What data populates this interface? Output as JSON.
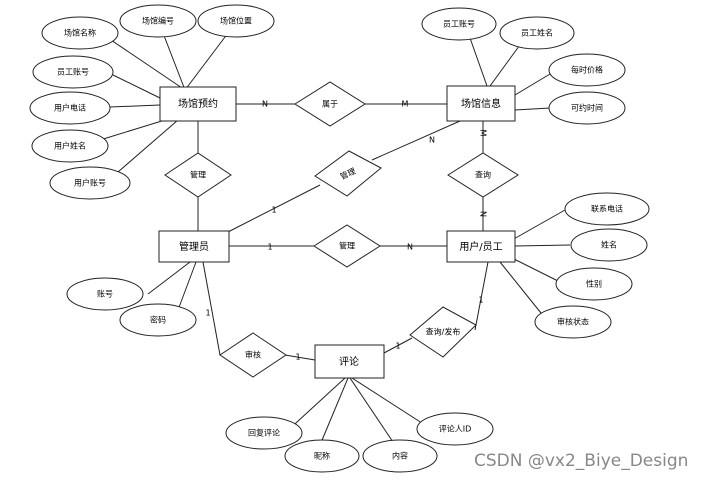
{
  "entities": {
    "venue_booking": "场馆预约",
    "venue_info": "场馆信息",
    "admin": "管理员",
    "user_staff": "用户/员工",
    "comment": "评论"
  },
  "relationships": {
    "belongs": "属于",
    "manage_left": "管理",
    "manage_mid": "管理",
    "manage_diag": "管理",
    "query": "查询",
    "review": "审核",
    "query_publish": "查询/发布"
  },
  "attributes": {
    "booking": [
      "场馆名称",
      "场馆编号",
      "场馆位置",
      "员工账号",
      "用户电话",
      "用户姓名",
      "用户账号"
    ],
    "venue": [
      "员工账号",
      "员工姓名",
      "每时价格",
      "可约时间"
    ],
    "admin": [
      "账号",
      "密码"
    ],
    "user": [
      "联系电话",
      "姓名",
      "性别",
      "审核状态"
    ],
    "comment": [
      "回复评论",
      "昵称",
      "内容",
      "评论人ID"
    ]
  },
  "cardinalities": {
    "n": "N",
    "m": "M",
    "one": "1"
  },
  "watermark": "CSDN @vx2_Biye_Design"
}
